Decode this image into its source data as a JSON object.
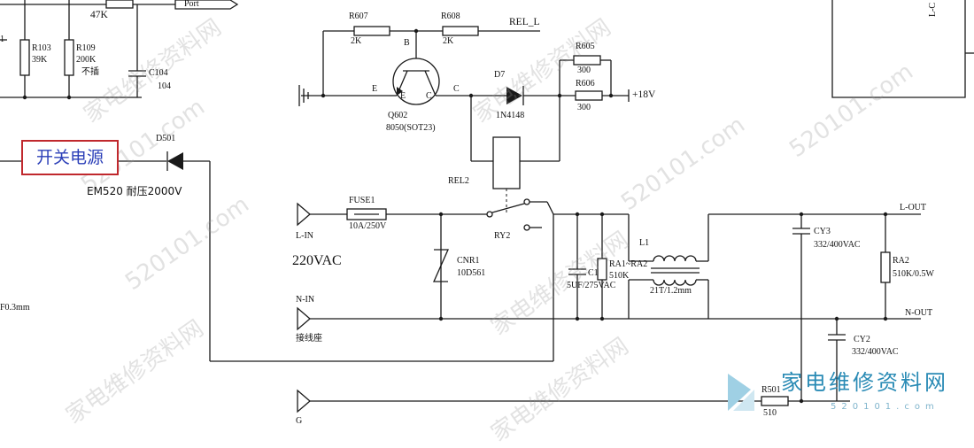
{
  "labels": {
    "r_47k": "47K",
    "port": "Port",
    "r103": "R103",
    "r103_val": "39K",
    "r109": "R109",
    "r109_val": "200K",
    "r109_note": "不插",
    "c104": "C104",
    "c104_val": "104",
    "r607": "R607",
    "r607_val": "2K",
    "r608": "R608",
    "r608_val": "2K",
    "rel_l": "REL_L",
    "b": "B",
    "e_left": "E",
    "e_inner": "E",
    "c_inner": "C",
    "c_right": "C",
    "q602": "Q602",
    "q602_val": "8050(SOT23)",
    "d7": "D7",
    "d7_val": "1N4148",
    "r605": "R605",
    "r605_val": "300",
    "r606": "R606",
    "r606_val": "300",
    "plus18v": "+18V",
    "lc_top": "L-C",
    "kaiguan": "开关电源",
    "d501": "D501",
    "em520": "EM520 耐压2000V",
    "rel2": "REL2",
    "fuse1": "FUSE1",
    "fuse1_val": "10A/250V",
    "l_in": "L-IN",
    "v220": "220VAC",
    "ry2": "RY2",
    "cnr1": "CNR1",
    "cnr1_val": "10D561",
    "c1": "C1",
    "c1_val": "5UF/275VAC",
    "ra1": "RA1~RA2",
    "ra1_val": "510K",
    "l1": "L1",
    "l1_val": "21T/1.2mm",
    "cy3": "CY3",
    "cy3_val": "332/400VAC",
    "ra2": "RA2",
    "ra2_val": "510K/0.5W",
    "l_out": "L-OUT",
    "n_out": "N-OUT",
    "cy2": "CY2",
    "cy2_val": "332/400VAC",
    "n_in": "N-IN",
    "jiexianzuo": "接线座",
    "g": "G",
    "r501": "R501",
    "r501_val": "510",
    "f03": "F0.3mm",
    "j1": "1"
  },
  "watermark": {
    "site": "520101.com",
    "cn": "家电维修资料网",
    "logo": "家电维修资料网",
    "logo_url": "520101.com"
  },
  "colors": {
    "wire": "#1a1a1a",
    "box_border": "#c0282d",
    "box_text": "#2b3fb8",
    "logo": "#2a8bb5"
  }
}
